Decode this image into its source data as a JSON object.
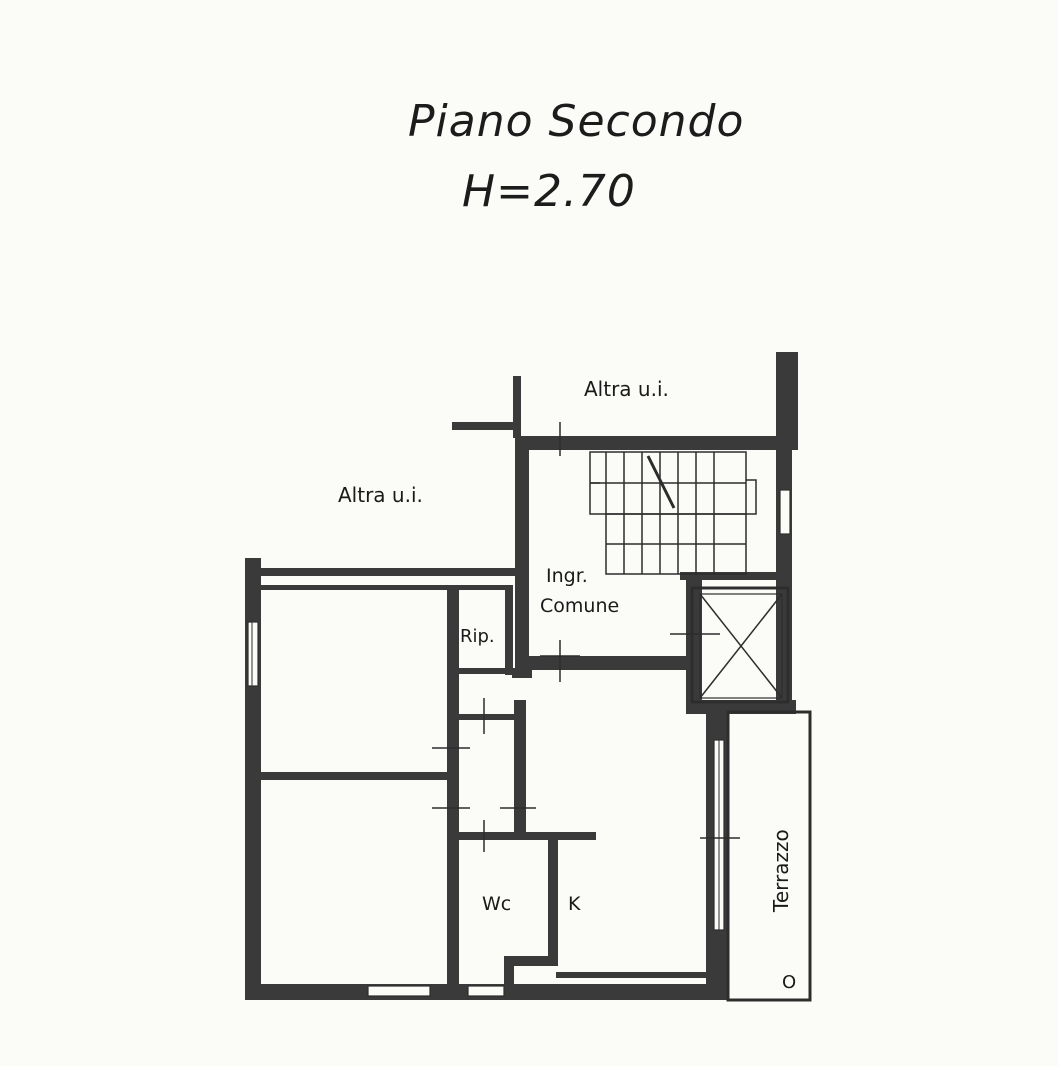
{
  "header": {
    "title": "Piano Secondo",
    "height": "H=2.70"
  },
  "rooms": {
    "altra_top": "Altra u.i.",
    "altra_left": "Altra u.i.",
    "ingr_line1": "Ingr.",
    "ingr_line2": "Comune",
    "rip": "Rip.",
    "wc": "Wc",
    "k": "K",
    "terrazzo": "Terrazzo",
    "drain": "O"
  }
}
